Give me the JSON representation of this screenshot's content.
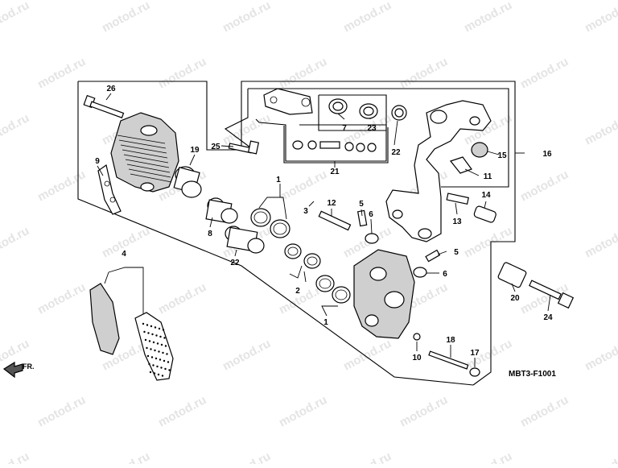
{
  "watermark": "motod.ru",
  "diagram_code": "MBT3-F1001",
  "direction_label": "FR.",
  "callouts": {
    "c1a": "1",
    "c1b": "1",
    "c2": "2",
    "c3": "3",
    "c4": "4",
    "c5a": "5",
    "c5b": "5",
    "c6a": "6",
    "c6b": "6",
    "c7": "7",
    "c8": "8",
    "c9": "9",
    "c10": "10",
    "c11": "11",
    "c12": "12",
    "c13": "13",
    "c14": "14",
    "c15": "15",
    "c16": "16",
    "c17": "17",
    "c18": "18",
    "c19": "19",
    "c20": "20",
    "c21": "21",
    "c22a": "22",
    "c22b": "22",
    "c23": "23",
    "c24": "24",
    "c25": "25",
    "c26": "26"
  }
}
